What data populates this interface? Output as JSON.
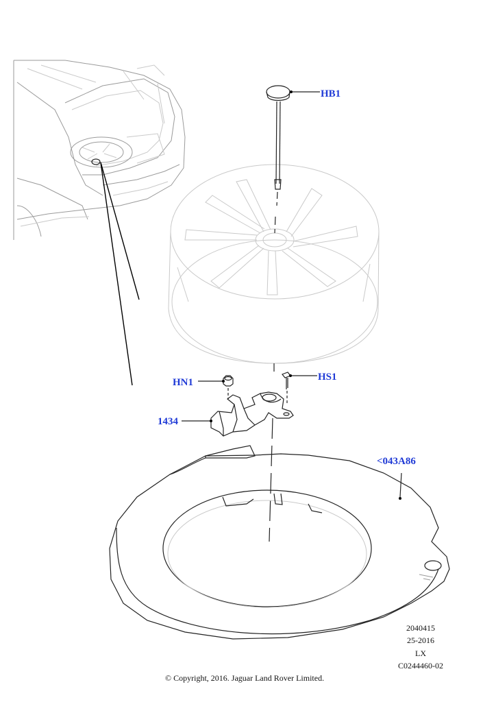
{
  "callouts": {
    "hb1": "HB1",
    "hn1": "HN1",
    "hs1": "HS1",
    "part_1434": "1434",
    "part_043a86": "<043A86"
  },
  "reference": {
    "line1": "2040415",
    "line2": "25-2016",
    "line3": "LX",
    "line4": "C0244460-02"
  },
  "copyright": "© Copyright, 2016. Jaguar Land Rover Limited.",
  "colors": {
    "callout": "#1f3ad6",
    "line_art": "#222222",
    "ghost": "#c9c9c9"
  }
}
